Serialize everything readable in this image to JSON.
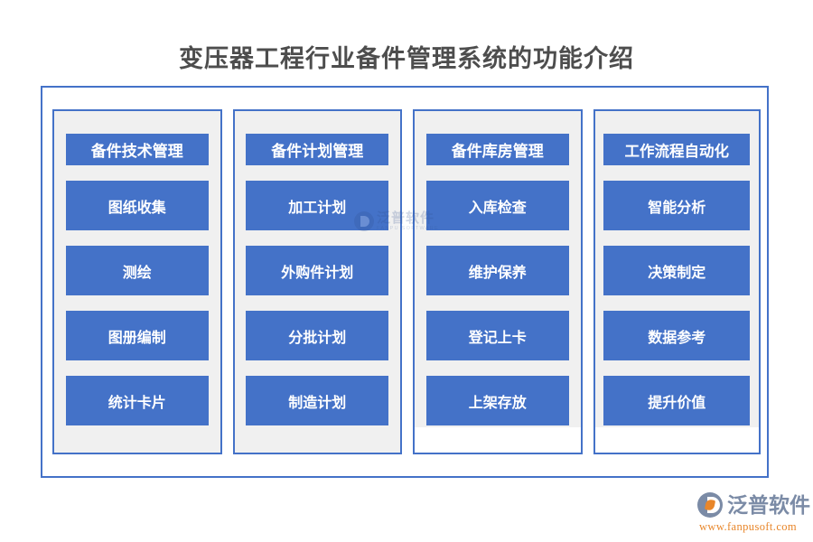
{
  "page": {
    "title": "变压器工程行业备件管理系统的功能介绍",
    "frame_border_color": "#4472c8",
    "panel_bg_color": "#f0f0f0",
    "box_color": "#4472c8",
    "box_text_color": "#ffffff",
    "title_color": "#4d4d4d",
    "background_color": "#ffffff"
  },
  "columns": [
    {
      "header": "备件技术管理",
      "items": [
        {
          "label": "图纸收集"
        },
        {
          "label": "测绘"
        },
        {
          "label": "图册编制"
        },
        {
          "label": "统计卡片"
        }
      ]
    },
    {
      "header": "备件计划管理",
      "items": [
        {
          "label": "加工计划"
        },
        {
          "label": "外购件计划"
        },
        {
          "label": "分批计划"
        },
        {
          "label": "制造计划"
        }
      ]
    },
    {
      "header": "备件库房管理",
      "items": [
        {
          "label": "入库检查"
        },
        {
          "label": "维护保养"
        },
        {
          "label": "登记上卡"
        },
        {
          "label": "上架存放"
        }
      ]
    },
    {
      "header": "工作流程自动化",
      "items": [
        {
          "label": "智能分析"
        },
        {
          "label": "决策制定"
        },
        {
          "label": "数据参考"
        },
        {
          "label": "提升价值"
        }
      ]
    }
  ],
  "watermark": {
    "name": "泛普软件",
    "subtitle": "FANPU SOFTWARE"
  },
  "brand": {
    "name": "泛普软件",
    "url": "www.fanpusoft.com",
    "name_color": "#7b8ba6",
    "url_color": "#e8862a"
  }
}
